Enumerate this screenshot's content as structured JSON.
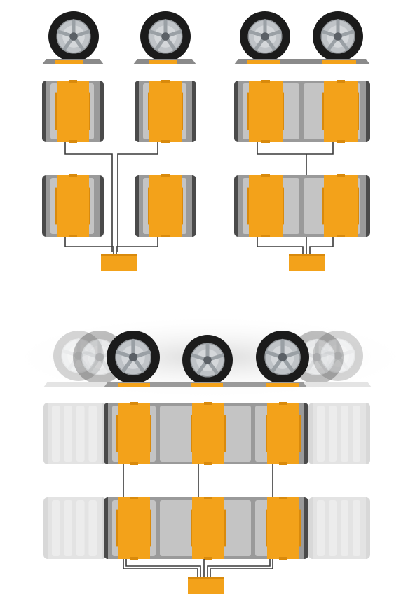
{
  "colors": {
    "background": "#ffffff",
    "pad_orange": "#f3a21a",
    "pad_orange_dark": "#d98a0c",
    "tire_dark": "#4a4a4a",
    "tire_gray": "#9a9a9a",
    "tire_light": "#c4c4c4",
    "ghost_tire": "#e6e6e6",
    "cable": "#3a3a3a",
    "platform": "#8a8a8a",
    "wheel_black": "#1b1b1b",
    "rim": "#bfc3c7"
  },
  "diagrams": [
    {
      "name": "four-pad-layout",
      "wheels_shown": 2,
      "pads": 4,
      "controller_units": 1
    },
    {
      "name": "four-pad-dual-track-layout",
      "wheels_shown": 2,
      "pads": 4,
      "controller_units": 1
    },
    {
      "name": "six-pad-multi-axle-layout",
      "wheels_shown": 3,
      "pads": 6,
      "controller_units": 1,
      "motion_blur": true
    }
  ],
  "icons": {
    "wheel": "wheel-icon",
    "weigh_pad": "weigh-pad-icon",
    "controller": "controller-box-icon",
    "cable": "cable-line"
  }
}
